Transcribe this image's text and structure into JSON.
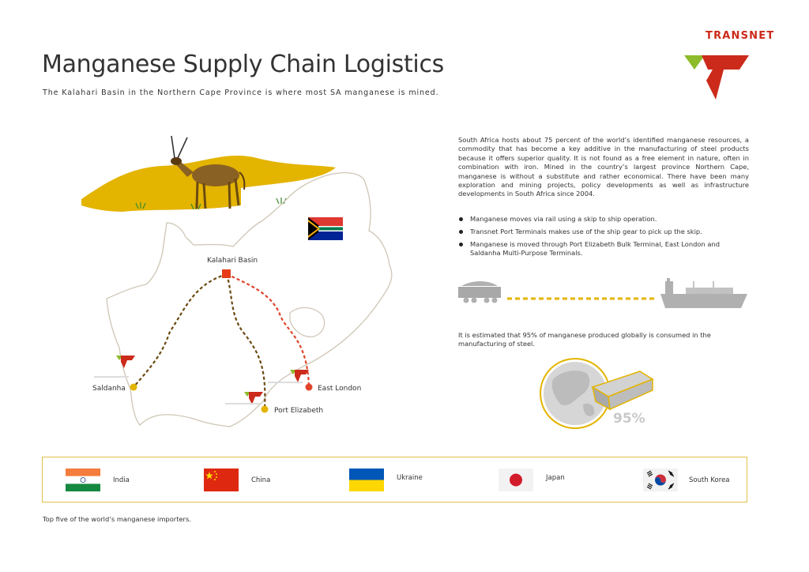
{
  "header": {
    "title": "Manganese Supply Chain Logistics",
    "subtitle": "The Kalahari Basin in the Northern Cape Province is where most SA manganese is mined.",
    "brand": "TRANSNET"
  },
  "intro": "South Africa hosts about 75 percent of the world’s identified manganese resources, a commodity that has become a key additive in the manufacturing of steel products because it offers superior quality. It is not found as a free element in nature, often in combination with iron. Mined in the country’s largest province Northern Cape, manganese is without a substitute and rather economical. There have been many exploration and mining projects, policy developments as well as infrastructure developments in South Africa since 2004.",
  "bullets": [
    "Manganese moves via rail using a skip to ship operation.",
    "Transnet Port Terminals makes use of the ship gear to pick up the skip.",
    "Manganese is moved through Port Elizabeth Bulk Terminal, East London and Saldanha Multi-Purpose Terminals."
  ],
  "estimate": "It is estimated that 95% of manganese produced globally is consumed in the manufacturing of steel.",
  "percentage": "95%",
  "map": {
    "origin": "Kalahari Basin",
    "ports": [
      "Saldanha",
      "Port Elizabeth",
      "East London"
    ]
  },
  "importers": [
    {
      "country": "India",
      "flag": "india-flag"
    },
    {
      "country": "China",
      "flag": "china-flag"
    },
    {
      "country": "Ukraine",
      "flag": "ukraine-flag"
    },
    {
      "country": "Japan",
      "flag": "japan-flag"
    },
    {
      "country": "South Korea",
      "flag": "south-korea-flag"
    }
  ],
  "footnote": "Top five of the world’s manganese importers.",
  "colors": {
    "accent_yellow": "#e3b400",
    "route_dark": "#6b4a12",
    "route_red": "#e0442a",
    "transnet_red": "#cc2a1a",
    "transnet_green": "#8dbb2a",
    "border_gold": "#e0c04a"
  }
}
